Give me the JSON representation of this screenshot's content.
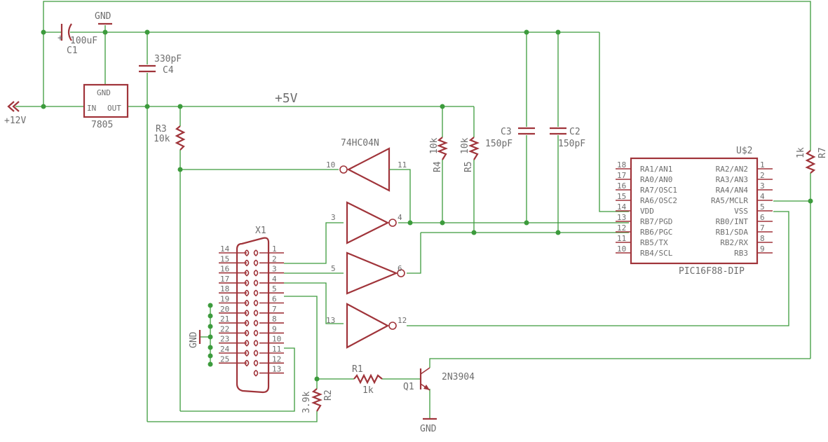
{
  "labels": {
    "c1_name": "C1",
    "c1_value": "100uF",
    "c4_name": "C4",
    "c4_value": "330pF",
    "c3_name": "C3",
    "c3_value": "150pF",
    "c2_name": "C2",
    "c2_value": "150pF",
    "gnd_top": "GND",
    "gnd_x1": "GND",
    "gnd_q1": "GND",
    "supply_in": "+12V",
    "rail_5v": "+5V",
    "reg_name": "7805",
    "reg_in": "IN",
    "reg_out": "OUT",
    "reg_gnd": "GND",
    "r3_name": "R3",
    "r3_value": "10k",
    "r4_name": "R4",
    "r4_value": "10k",
    "r5_name": "R5",
    "r5_value": "10k",
    "r7_name": "R7",
    "r7_value": "1k",
    "r1_name": "R1",
    "r1_value": "1k",
    "r2_name": "R2",
    "r2_value": "3.9k",
    "inv_name": "74HC04N",
    "inv1_in": "11",
    "inv1_out": "10",
    "inv2_in": "3",
    "inv2_out": "4",
    "inv3_in": "5",
    "inv3_out": "6",
    "inv4_in": "13",
    "inv4_out": "12",
    "q1_name": "Q1",
    "q1_value": "2N3904",
    "x1_name": "X1",
    "u2_name": "U$2",
    "u2_value": "PIC16F88-DIP"
  },
  "x1_pins": {
    "left": [
      "14",
      "15",
      "16",
      "17",
      "18",
      "19",
      "20",
      "21",
      "22",
      "23",
      "24",
      "25"
    ],
    "right": [
      "1",
      "2",
      "3",
      "4",
      "5",
      "6",
      "7",
      "8",
      "9",
      "10",
      "11",
      "12",
      "13"
    ]
  },
  "pic": {
    "left_nums": [
      "18",
      "17",
      "16",
      "15",
      "14",
      "13",
      "12",
      "11",
      "10"
    ],
    "left_names": [
      "RA1/AN1",
      "RA0/AN0",
      "RA7/OSC1",
      "RA6/OSC2",
      "VDD",
      "RB7/PGD",
      "RB6/PGC",
      "RB5/TX",
      "RB4/SCL"
    ],
    "right_nums": [
      "1",
      "2",
      "3",
      "4",
      "5",
      "6",
      "7",
      "8",
      "9"
    ],
    "right_names": [
      "RA2/AN2",
      "RA3/AN3",
      "RA4/AN4",
      "RA5/MCLR",
      "VSS",
      "RB0/INT",
      "RB1/SDA",
      "RB2/RX",
      "RB3"
    ]
  }
}
